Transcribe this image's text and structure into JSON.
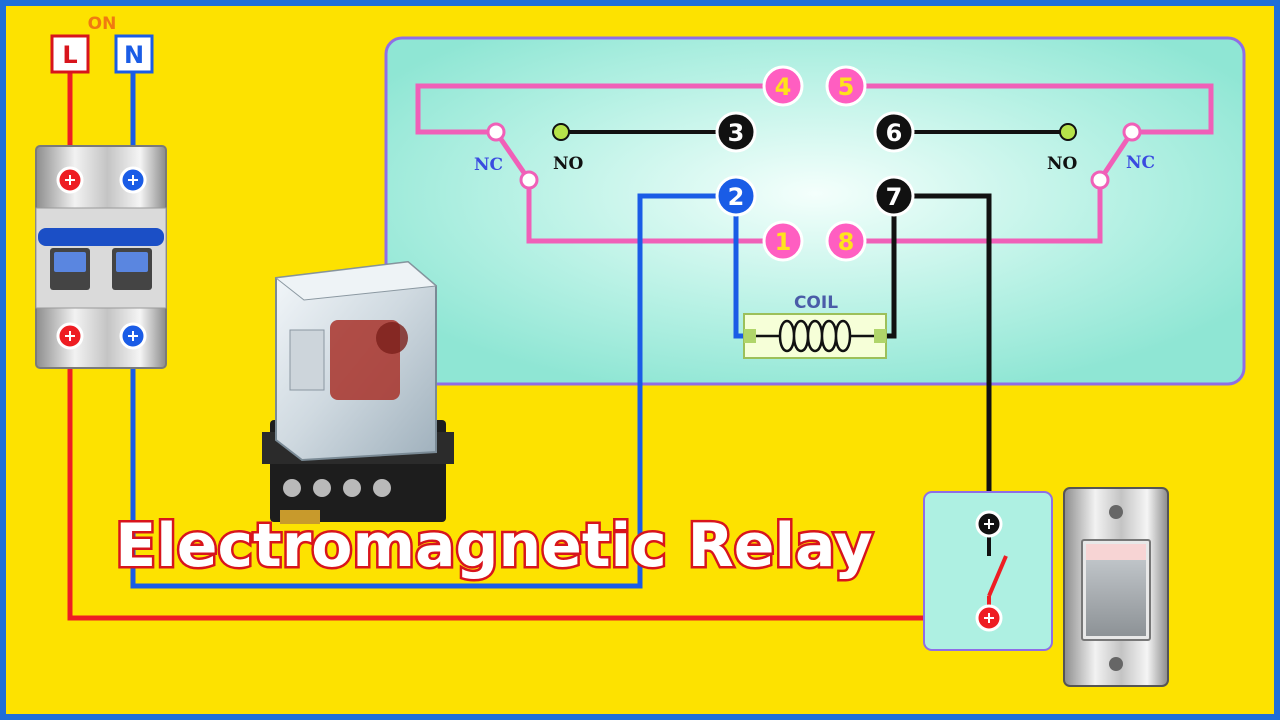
{
  "title": "Electromagnetic Relay",
  "supply": {
    "on_label": "ON",
    "live_label": "L",
    "neutral_label": "N"
  },
  "relay": {
    "pins": [
      "1",
      "2",
      "3",
      "4",
      "5",
      "6",
      "7",
      "8"
    ],
    "left_nc_label": "NC",
    "left_no_label": "NO",
    "right_nc_label": "NC",
    "right_no_label": "NO",
    "coil_label": "COIL"
  },
  "colors": {
    "background": "#fde200",
    "border": "#1e6fd9",
    "panel": "#aef0e2",
    "pink_wire": "#f060b8",
    "pin_badge": "#ff5ec1",
    "pin_text": "#ffe21c",
    "live_wire": "#ee1d23",
    "neutral_wire": "#1a5ce6",
    "signal_wire": "#111111",
    "title_fill": "#ffffff",
    "title_stroke": "#d8141c",
    "nc_label": "#3a4be0"
  }
}
